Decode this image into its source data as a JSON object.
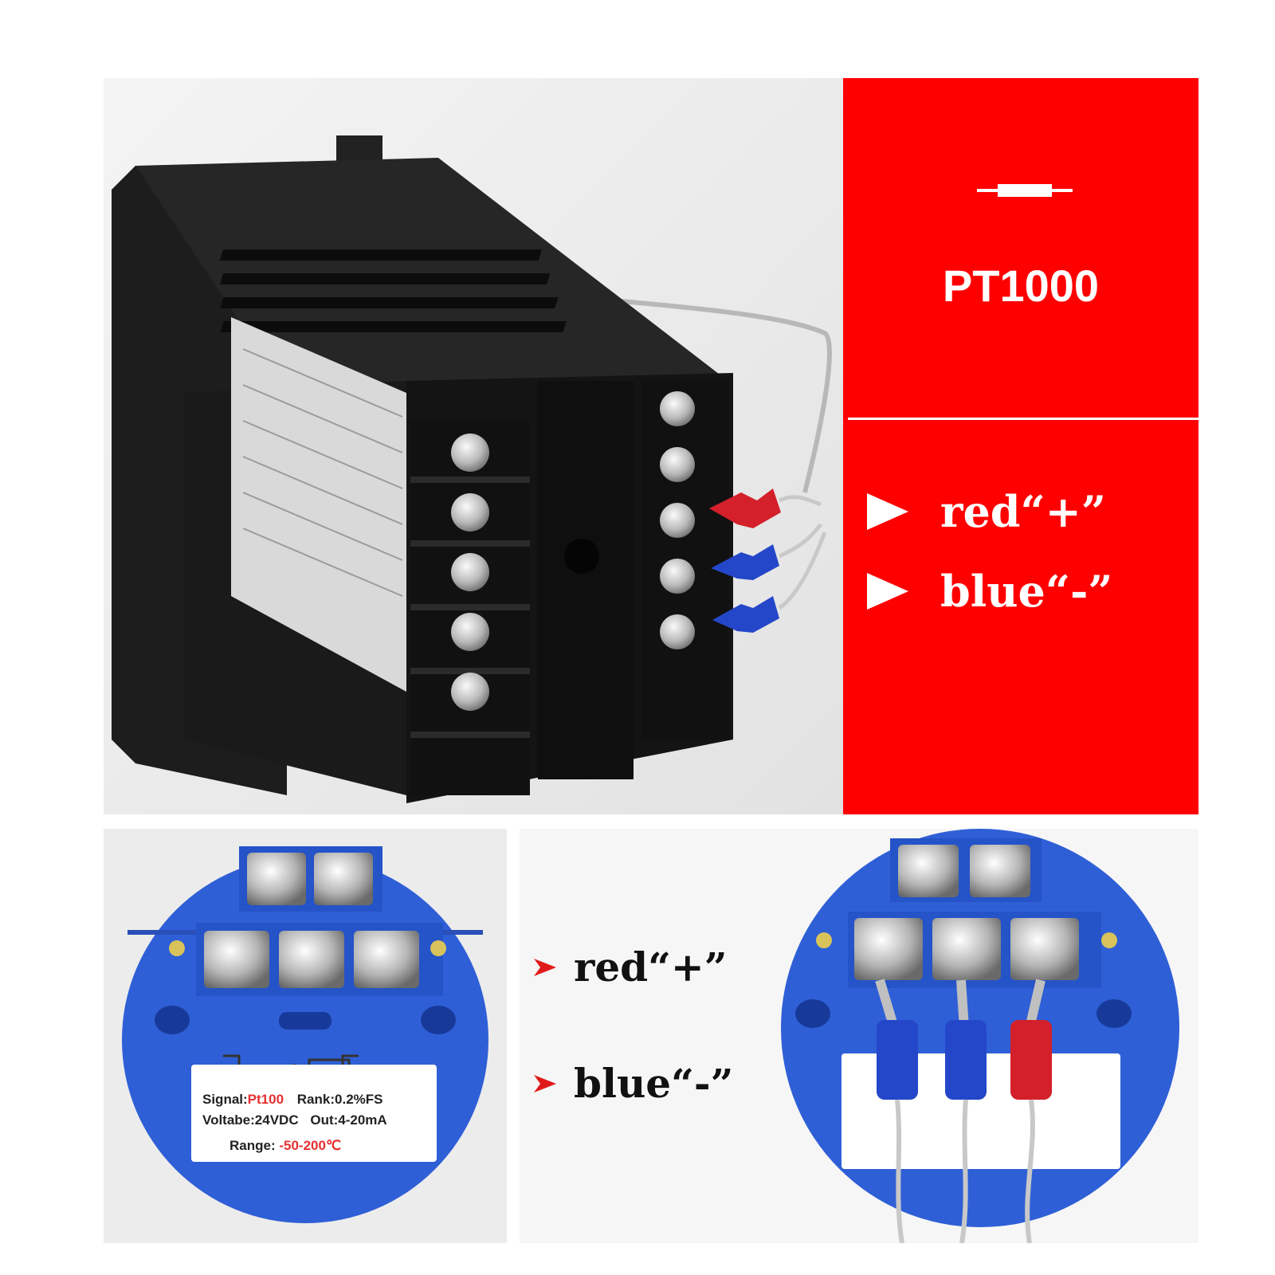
{
  "red_panel": {
    "title": "PT1000",
    "legend": [
      {
        "text": "red“+”"
      },
      {
        "text": "blue“-”"
      }
    ]
  },
  "middle_legend": [
    {
      "text": "red“+”"
    },
    {
      "text": "blue“-”"
    }
  ],
  "transmitter_label": {
    "signal_key": "Signal:",
    "signal_value": "Pt100",
    "rank": "Rank:0.2%FS",
    "voltage": "Voltabe:24VDC",
    "out": "Out:4-20mA",
    "range_key": "Range:",
    "range_value": "-50-200℃"
  },
  "colors": {
    "panel_red": "#ff0000",
    "text_white": "#ffffff",
    "housing_black": "#151515",
    "transmitter_blue": "#2f5fd6",
    "lug_red": "#d4202a",
    "lug_blue": "#2447c9",
    "arrow_red": "#e01a1a"
  }
}
